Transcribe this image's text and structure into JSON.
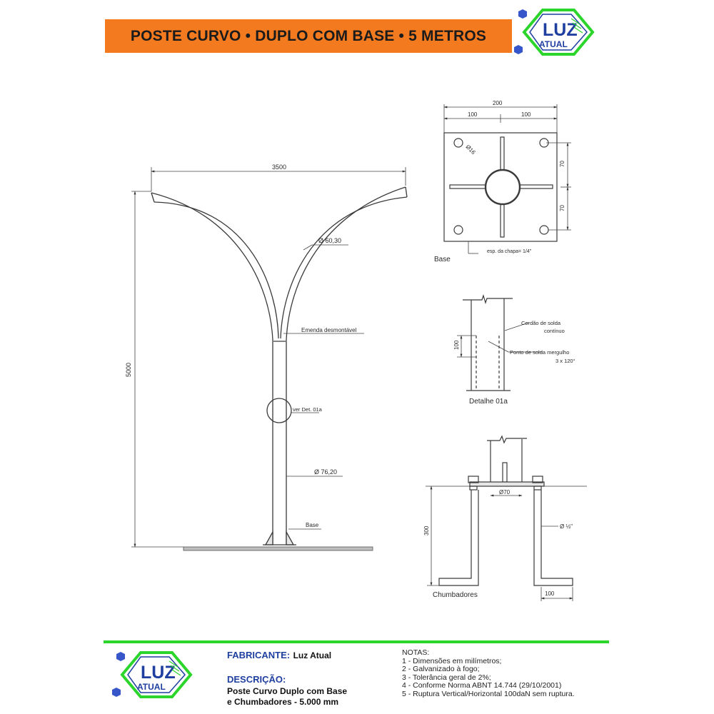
{
  "header": {
    "title": "POSTE CURVO • DUPLO COM BASE • 5 METROS",
    "banner_color": "#f47a20"
  },
  "logo": {
    "word_top": "LUZ",
    "word_bottom": "ATUAL",
    "frame_color": "#2bd52b",
    "text_color": "#1f3fa0",
    "icon": "hexagon-logo-icon"
  },
  "drawing": {
    "pole": {
      "width_dim": "3500",
      "height_dim": "5000",
      "arm_diameter": "Ø 60,30",
      "joint_label": "Emenda desmontável",
      "detail_ref": "ver Det. 01a",
      "shaft_diameter": "Ø 76,20",
      "base_label": "Base"
    },
    "base_plate": {
      "overall": "200",
      "half_left": "100",
      "half_right": "100",
      "hole": "Ø16",
      "offset_top": "70",
      "offset_bottom": "70",
      "thickness": "esp. da chapa= 1/4\"",
      "title": "Base"
    },
    "detail": {
      "height": "100",
      "weld_bead_1": "Cordão de solda",
      "weld_bead_2": "contínuo",
      "plug_weld_1": "Ponto de solda mergulho",
      "plug_weld_2": "3 x 120°",
      "title": "Detalhe 01a"
    },
    "anchors": {
      "diameter_pipe": "Ø70",
      "depth": "300",
      "rod_diameter": "Ø ½\"",
      "foot_length": "100",
      "title": "Chumbadores"
    }
  },
  "footer": {
    "manufacturer_label": "FABRICANTE:",
    "manufacturer_value": "Luz Atual",
    "description_label": "DESCRIÇÃO:",
    "description_line1": "Poste Curvo Duplo com Base",
    "description_line2": "e Chumbadores - 5.000 mm",
    "separator_color": "#2bd52b",
    "notes_title": "NOTAS:",
    "notes": [
      "1 - Dimensões em milímetros;",
      "2 - Galvanizado à fogo;",
      "3 - Tolerância geral de 2%;",
      "4 - Conforme Norma ABNT 14.744 (29/10/2001)",
      "5 - Ruptura Vertical/Horizontal 100daN sem ruptura."
    ]
  }
}
